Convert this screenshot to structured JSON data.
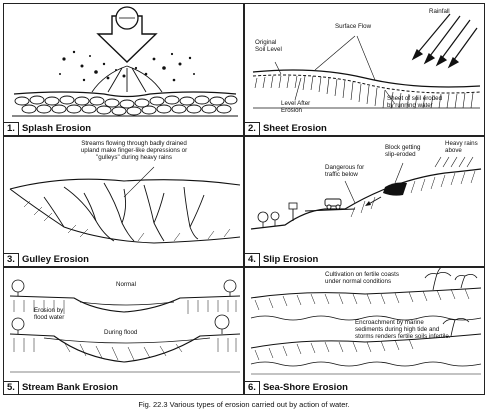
{
  "panels": [
    {
      "number": "1.",
      "title": "Splash Erosion",
      "labels": []
    },
    {
      "number": "2.",
      "title": "Sheet Erosion",
      "labels": [
        "Rainfall",
        "Surface Flow",
        "Original Soil Level",
        "Level After Erosion",
        "Sheet of soil eroded by running water"
      ]
    },
    {
      "number": "3.",
      "title": "Gulley Erosion",
      "labels": [
        "Streams flowing through badly drained upland make finger-like depressions or \"gulleys\" during heavy rains"
      ]
    },
    {
      "number": "4.",
      "title": "Slip Erosion",
      "labels": [
        "Block getting slip-eroded",
        "Heavy rains above",
        "Dangerous for traffic below"
      ]
    },
    {
      "number": "5.",
      "title": "Stream Bank Erosion",
      "labels": [
        "Normal",
        "Erosion by flood water",
        "During flood"
      ]
    },
    {
      "number": "6.",
      "title": "Sea-Shore Erosion",
      "labels": [
        "Cultivation on fertile coasts under normal conditions",
        "Encroachment by marine sediments during high tide and storms renders fertile soils infertile."
      ]
    }
  ],
  "figure_caption": "Fig. 22.3 Various types of erosion carried out by action of water."
}
